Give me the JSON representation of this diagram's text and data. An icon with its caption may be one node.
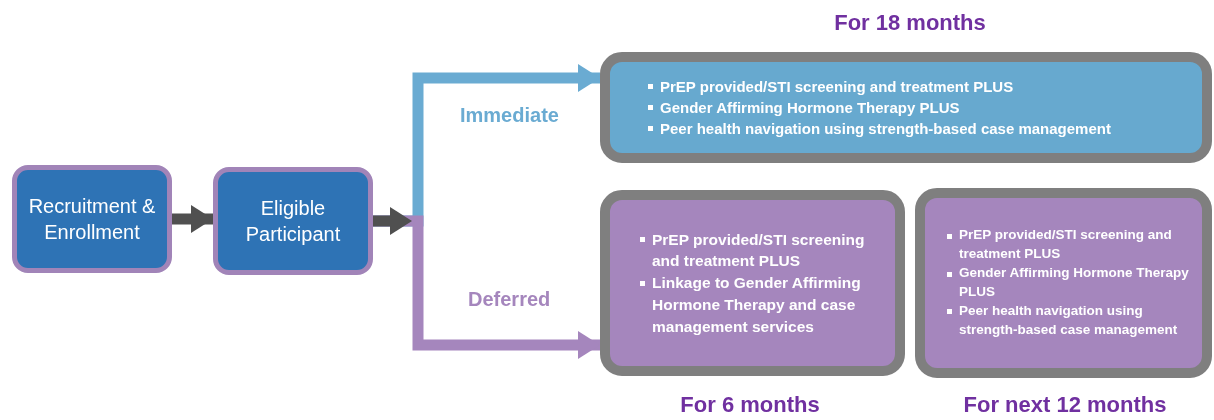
{
  "diagram": {
    "nodes": [
      {
        "text": [
          "Recruitment & Enrollment"
        ]
      },
      {
        "text": [
          "Eligible Participant"
        ]
      },
      {
        "text": [
          "PrEP provided/STI screening and treatment **PLUS**",
          "Gender Affirming Hormone Therapy **PLUS**",
          "Peer health navigation using strength-based case management"
        ],
        "beside": [
          "For 18 months"
        ]
      },
      {
        "text": [
          "PrEP provided/STI screening and treatment **PLUS**",
          "Linkage to Gender Affirming Hormone Therapy and case management services"
        ],
        "beside": [
          "For 6 months"
        ]
      },
      {
        "text": [
          "PrEP provided/STI screening and treatment **PLUS**",
          "Gender Affirming Hormone Therapy **PLUS**",
          "Peer health navigation using strength-based case management"
        ],
        "beside": [
          "For next 12 months"
        ]
      }
    ],
    "edges": [
      {
        "from": 0,
        "to": 1,
        "arrow": "to"
      },
      {
        "from": 1,
        "to": 2,
        "arrow": "to",
        "label": "Immediate",
        "color": "#6aabd2"
      },
      {
        "from": 1,
        "to": 3,
        "arrow": "to",
        "label": "Deferred",
        "color": "#a586bd"
      }
    ]
  }
}
